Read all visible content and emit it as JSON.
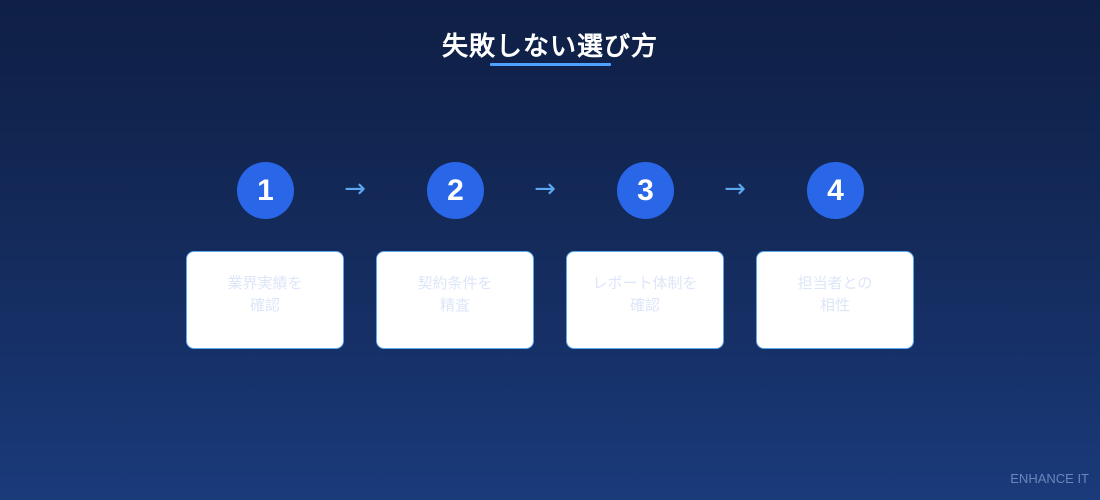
{
  "title": "失敗しない選び方",
  "accent_color": "#4da3ff",
  "steps": [
    {
      "number": "1",
      "label_line1": "業界実績を",
      "label_line2": "確認"
    },
    {
      "number": "2",
      "label_line1": "契約条件を",
      "label_line2": "精査"
    },
    {
      "number": "3",
      "label_line1": "レポート体制を",
      "label_line2": "確認"
    },
    {
      "number": "4",
      "label_line1": "担当者との",
      "label_line2": "相性"
    }
  ],
  "arrow_glyph": "→",
  "watermark": "ENHANCE IT"
}
